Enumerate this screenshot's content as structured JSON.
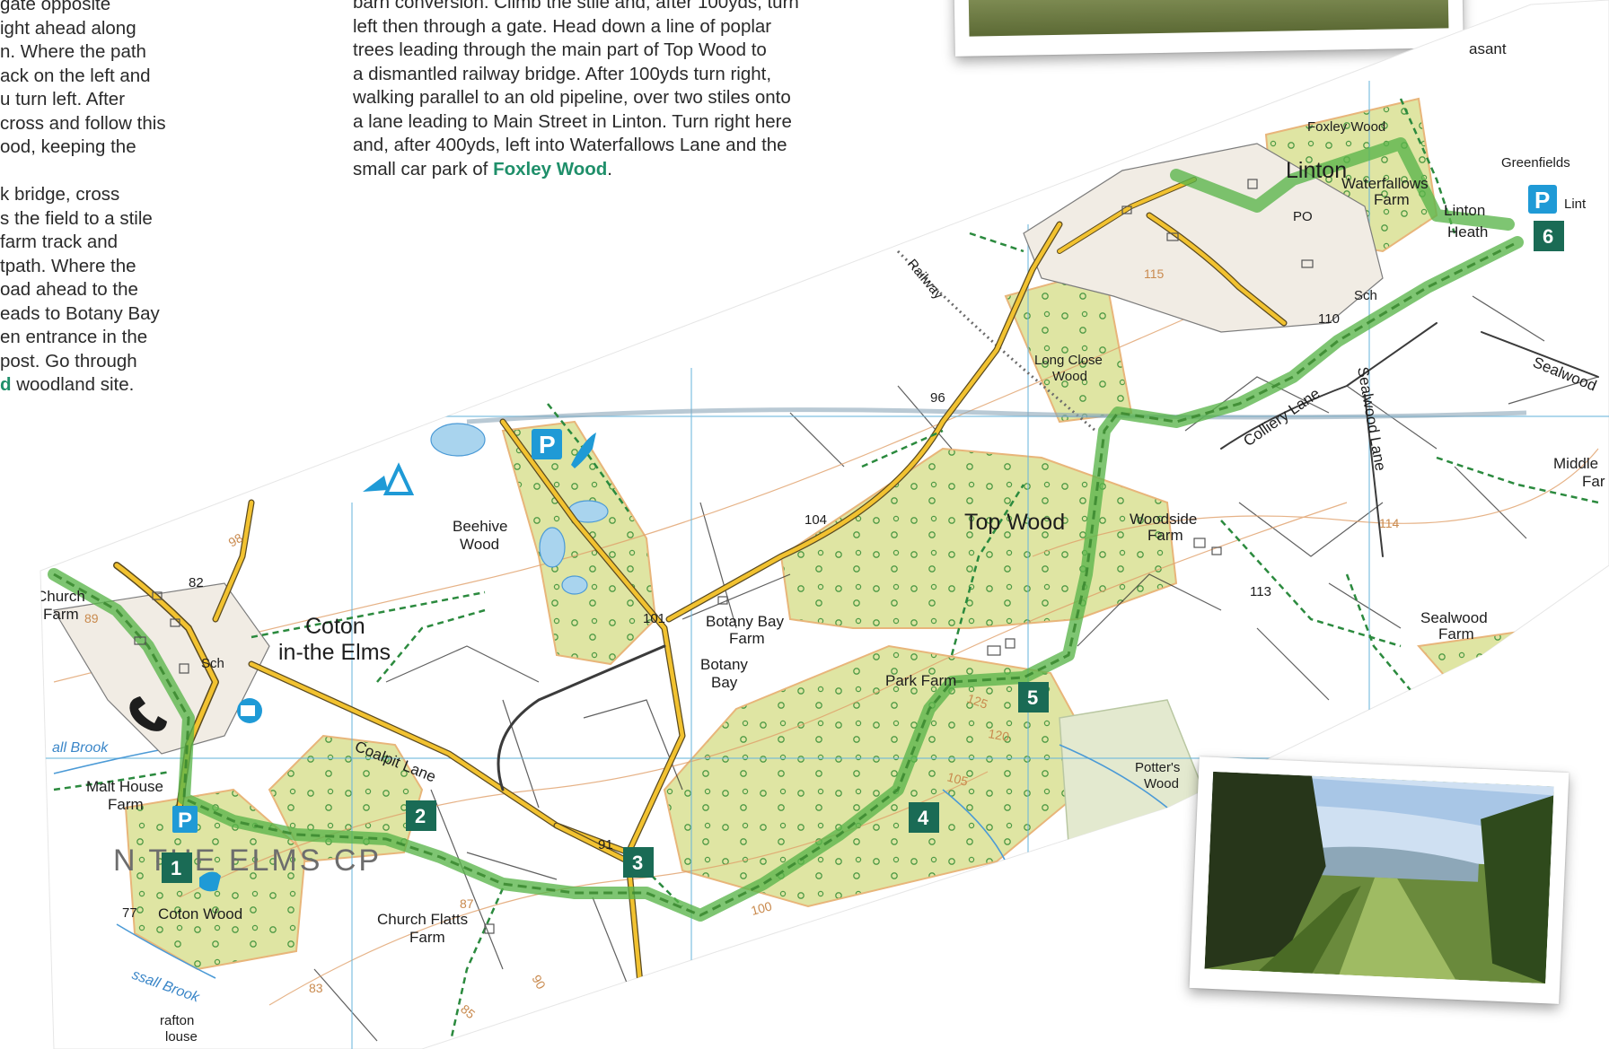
{
  "text_left": "gate opposite\night ahead along\nn. Where the path\nack on the left and\nu turn left. After\ncross and follow this\nood, keeping the\n\nk bridge, cross\ns the field to a stile\n farm track and\ntpath. Where the\noad ahead to the\neads to Botany Bay\nen entrance in the\npost. Go through",
  "text_left_last": {
    "highlight": "d",
    "rest": " woodland site."
  },
  "text_right": "barn conversion. Climb the stile and, after 100yds, turn\nleft then through a gate. Head down a line of poplar\ntrees leading through the main part of Top Wood to\na dismantled railway bridge. After 100yds turn right,\nwalking parallel to an old pipeline, over two stiles onto\na lane leading to Main Street in Linton. Turn right here\nand, after 400yds, left into Waterfallows Lane and the",
  "text_right_last": {
    "prefix": "small car park of ",
    "highlight": "Foxley Wood",
    "suffix": "."
  },
  "colors": {
    "route": "#5ab54a",
    "woodland": "#dfe5a3",
    "text_highlight": "#1f8f6a",
    "marker": "#1a6b55",
    "parking": "#1f9ad6",
    "road": "#f2c230"
  },
  "markers": [
    {
      "number": "1"
    },
    {
      "number": "2"
    },
    {
      "number": "3"
    },
    {
      "number": "4"
    },
    {
      "number": "5"
    },
    {
      "number": "6"
    }
  ],
  "parking_symbol": "P",
  "labels": {
    "church_farm": [
      "Church",
      "Farm"
    ],
    "coton": [
      "Coton",
      "in-the Elms"
    ],
    "sch": "Sch",
    "malt_house": [
      "Malt House",
      "Farm"
    ],
    "coton_wood": "Coton Wood",
    "parish": "N THE ELMS CP",
    "coalpit_lane": "Coalpit Lane",
    "church_flatts": [
      "Church Flatts",
      "Farm"
    ],
    "grafton": [
      "rafton",
      "louse"
    ],
    "beehive": [
      "Beehive",
      "Wood"
    ],
    "botany_bay_farm": [
      "Botany Bay",
      "Farm"
    ],
    "botany_bay": [
      "Botany",
      "Bay"
    ],
    "park_farm": "Park Farm",
    "top_wood": "Top Wood",
    "potters_wood": [
      "Potter's",
      "Wood"
    ],
    "woodside": [
      "Woodside",
      "Farm"
    ],
    "long_close": [
      "Long Close",
      "Wood"
    ],
    "railway": "Railway",
    "colliery_lane": "Colliery Lane",
    "sealwood_lane": "Sealwood Lane",
    "sealwood": "Sealwood",
    "sealwood_farm": [
      "Sealwood",
      "Farm"
    ],
    "middle": [
      "Middle",
      "Far"
    ],
    "linton": "Linton",
    "linton_heath": [
      "Linton",
      "Heath"
    ],
    "waterfallows": [
      "Waterfallows",
      "Farm"
    ],
    "foxley_wood": "Foxley Wood",
    "greenfields": "Greenfields",
    "po": "PO",
    "lint": "Lint",
    "pleasant": "asant",
    "brook_top": "all Brook",
    "brook_bottom": "ssall Brook"
  },
  "heights": [
    "82",
    "89",
    "98",
    "101",
    "104",
    "96",
    "91",
    "87",
    "77",
    "83",
    "90",
    "85",
    "100",
    "105",
    "120",
    "125",
    "113",
    "114",
    "115",
    "110"
  ]
}
